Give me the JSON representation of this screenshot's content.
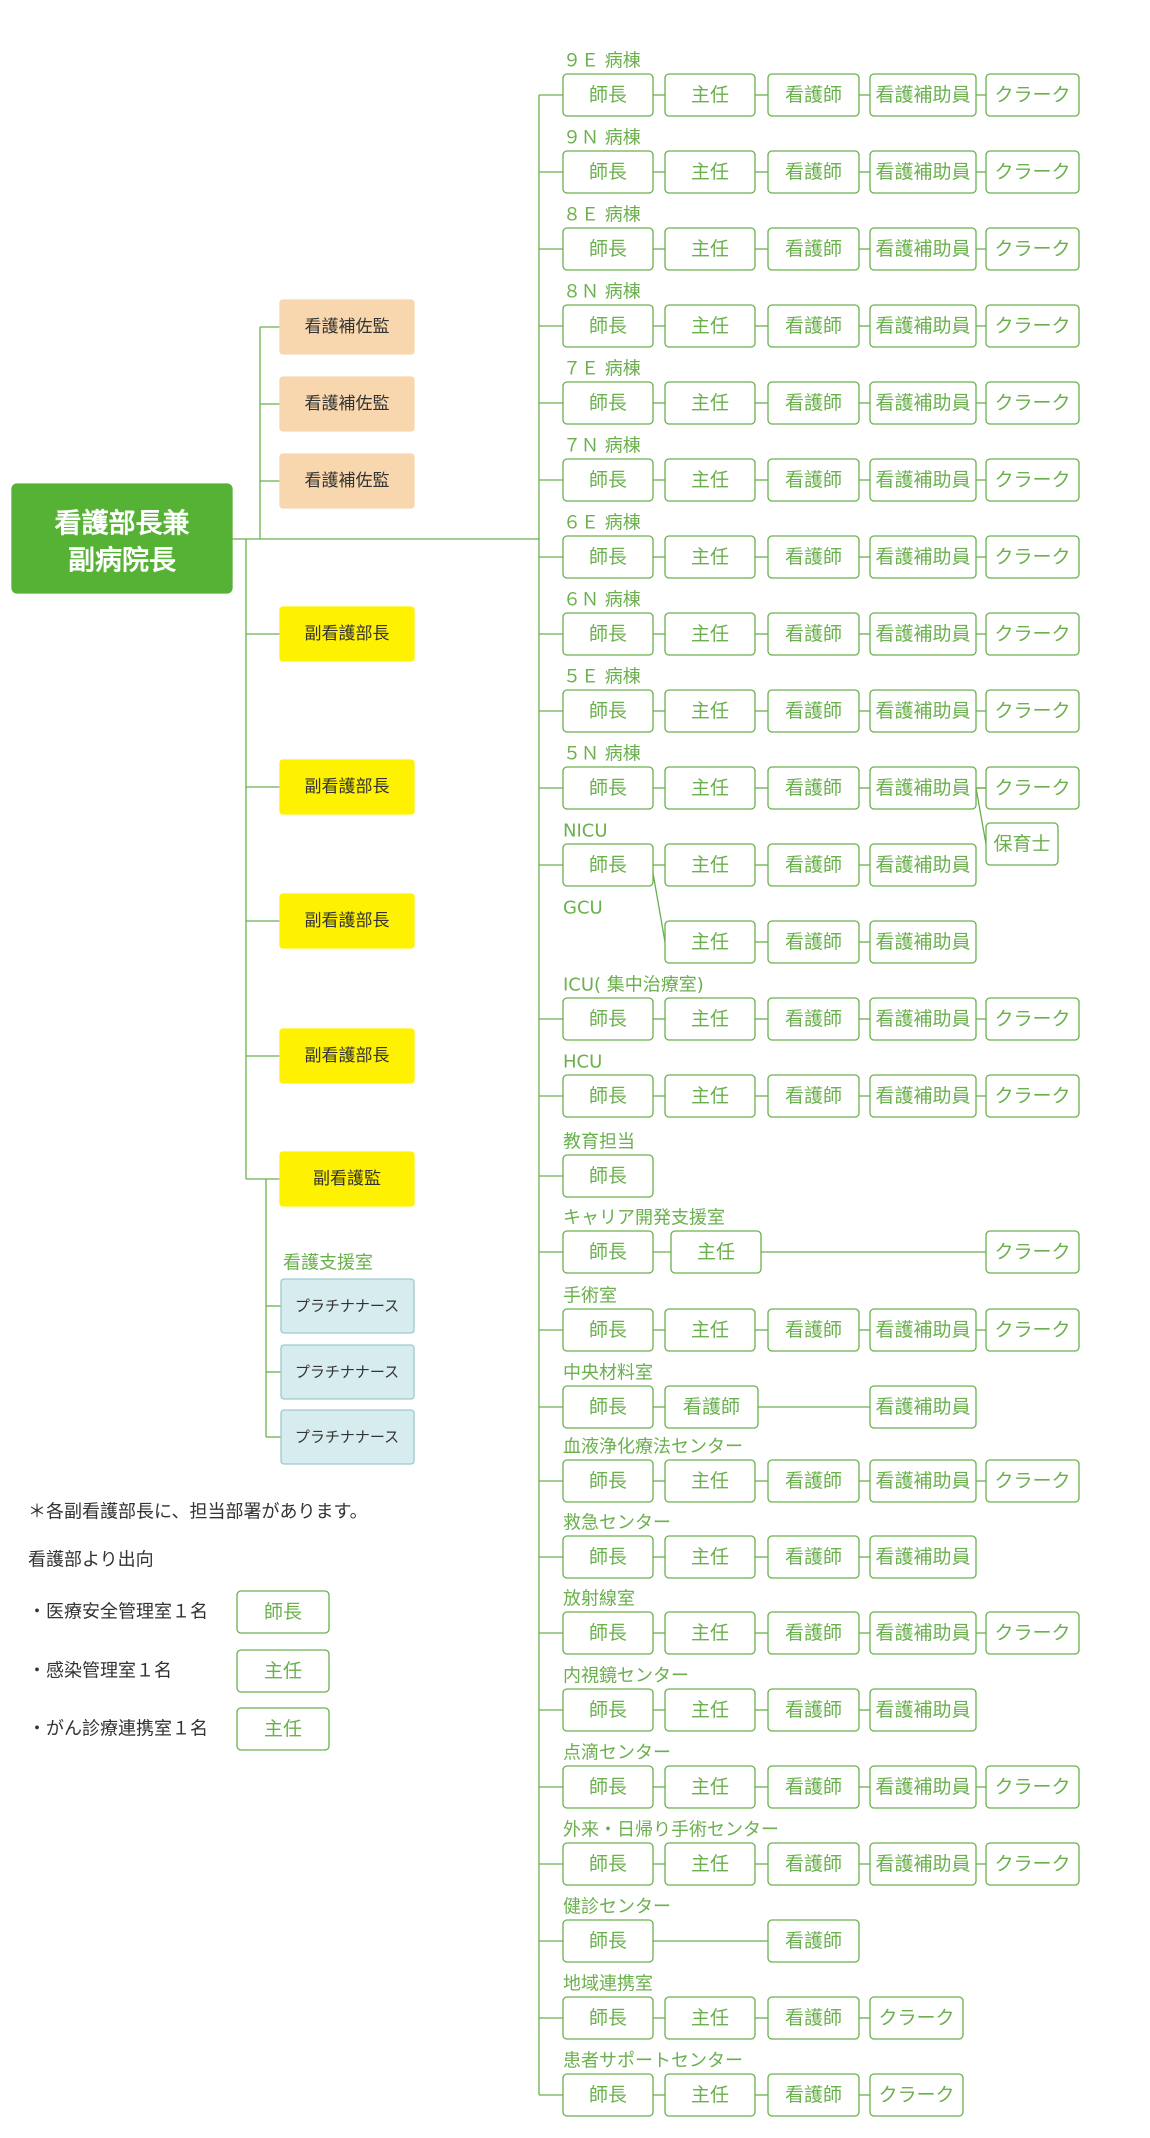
{
  "colors": {
    "green": "#6ab04c",
    "chief_fill": "#56b235",
    "assistant_fill": "#f8d7ae",
    "deputy_fill": "#fff200",
    "platinum_fill": "#d7ecef",
    "platinum_stroke": "#9cc9cf",
    "note_text": "#333333"
  },
  "chief": {
    "line1": "看護部長兼",
    "line2": "副病院長"
  },
  "assistants": [
    "看護補佐監",
    "看護補佐監",
    "看護補佐監"
  ],
  "deputies": [
    "副看護部長",
    "副看護部長",
    "副看護部長",
    "副看護部長",
    "副看護監"
  ],
  "support": {
    "label": "看護支援室",
    "members": [
      "プラチナナース",
      "プラチナナース",
      "プラチナナース"
    ]
  },
  "notes": {
    "note1": "＊各副看護部長に、担当部署があります。",
    "note2": "看護部より出向",
    "items": [
      {
        "text": "・医療安全管理室１名",
        "role": "師長"
      },
      {
        "text": "・感染管理室１名",
        "role": "主任"
      },
      {
        "text": "・がん診療連携室１名",
        "role": "主任"
      }
    ]
  },
  "departments": [
    {
      "name": "９Ｅ 病棟",
      "roles": [
        "師長",
        "主任",
        "看護師",
        "看護補助員",
        "クラーク"
      ]
    },
    {
      "name": "９Ｎ 病棟",
      "roles": [
        "師長",
        "主任",
        "看護師",
        "看護補助員",
        "クラーク"
      ]
    },
    {
      "name": "８Ｅ 病棟",
      "roles": [
        "師長",
        "主任",
        "看護師",
        "看護補助員",
        "クラーク"
      ]
    },
    {
      "name": "８Ｎ 病棟",
      "roles": [
        "師長",
        "主任",
        "看護師",
        "看護補助員",
        "クラーク"
      ]
    },
    {
      "name": "７Ｅ 病棟",
      "roles": [
        "師長",
        "主任",
        "看護師",
        "看護補助員",
        "クラーク"
      ]
    },
    {
      "name": "７Ｎ 病棟",
      "roles": [
        "師長",
        "主任",
        "看護師",
        "看護補助員",
        "クラーク"
      ]
    },
    {
      "name": "６Ｅ 病棟",
      "roles": [
        "師長",
        "主任",
        "看護師",
        "看護補助員",
        "クラーク"
      ]
    },
    {
      "name": "６Ｎ 病棟",
      "roles": [
        "師長",
        "主任",
        "看護師",
        "看護補助員",
        "クラーク"
      ]
    },
    {
      "name": "５Ｅ 病棟",
      "roles": [
        "師長",
        "主任",
        "看護師",
        "看護補助員",
        "クラーク"
      ]
    },
    {
      "name": "５Ｎ 病棟",
      "roles": [
        "師長",
        "主任",
        "看護師",
        "看護補助員",
        "クラーク"
      ],
      "extra": "保育士"
    },
    {
      "name": "NICU",
      "roles": [
        "師長",
        "主任",
        "看護師",
        "看護補助員"
      ]
    },
    {
      "name": "GCU",
      "roles": [
        "主任",
        "看護師",
        "看護補助員"
      ]
    },
    {
      "name": "ICU( 集中治療室)",
      "roles": [
        "師長",
        "主任",
        "看護師",
        "看護補助員",
        "クラーク"
      ]
    },
    {
      "name": "HCU",
      "roles": [
        "師長",
        "主任",
        "看護師",
        "看護補助員",
        "クラーク"
      ]
    },
    {
      "name": "教育担当",
      "roles": [
        "師長"
      ]
    },
    {
      "name": "キャリア開発支援室",
      "roles": [
        "師長",
        "主任",
        "クラーク"
      ]
    },
    {
      "name": "手術室",
      "roles": [
        "師長",
        "主任",
        "看護師",
        "看護補助員",
        "クラーク"
      ]
    },
    {
      "name": "中央材料室",
      "roles": [
        "師長",
        "看護師",
        "看護補助員"
      ]
    },
    {
      "name": "血液浄化療法センター",
      "roles": [
        "師長",
        "主任",
        "看護師",
        "看護補助員",
        "クラーク"
      ]
    },
    {
      "name": "救急センター",
      "roles": [
        "師長",
        "主任",
        "看護師",
        "看護補助員"
      ]
    },
    {
      "name": "放射線室",
      "roles": [
        "師長",
        "主任",
        "看護師",
        "看護補助員",
        "クラーク"
      ]
    },
    {
      "name": "内視鏡センター",
      "roles": [
        "師長",
        "主任",
        "看護師",
        "看護補助員"
      ]
    },
    {
      "name": "点滴センター",
      "roles": [
        "師長",
        "主任",
        "看護師",
        "看護補助員",
        "クラーク"
      ]
    },
    {
      "name": "外来・日帰り手術センター",
      "roles": [
        "師長",
        "主任",
        "看護師",
        "看護補助員",
        "クラーク"
      ]
    },
    {
      "name": "健診センター",
      "roles": [
        "師長",
        "看護師"
      ]
    },
    {
      "name": "地域連携室",
      "roles": [
        "師長",
        "主任",
        "看護師",
        "クラーク"
      ]
    },
    {
      "name": "患者サポートセンター",
      "roles": [
        "師長",
        "主任",
        "看護師",
        "クラーク"
      ]
    }
  ]
}
